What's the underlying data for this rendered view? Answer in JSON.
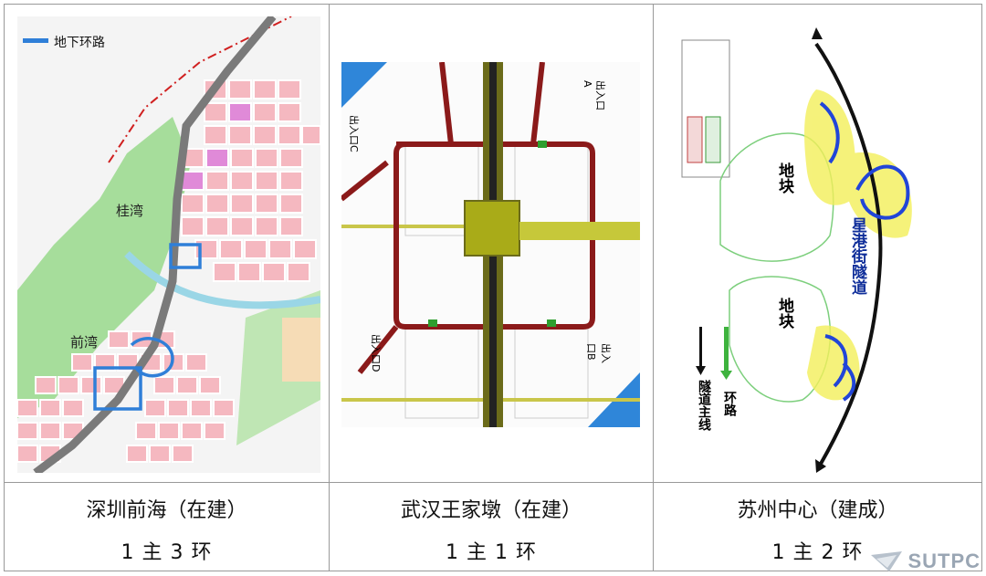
{
  "panels": [
    {
      "legend_label": "地下环路",
      "area_labels": [
        "桂湾",
        "前湾"
      ],
      "caption_title": "深圳前海（在建）",
      "caption_sub": "1 主 3 环"
    },
    {
      "exit_labels": [
        "出入口C",
        "出入口A",
        "出入口D",
        "出入口B"
      ],
      "caption_title": "武汉王家墩（在建）",
      "caption_sub": "1 主 1 环"
    },
    {
      "block_labels": [
        "地块",
        "地块"
      ],
      "tunnel_label": "星港街隧道",
      "loop_label": "环路",
      "main_label": "隧道主线",
      "caption_title": "苏州中心（建成）",
      "caption_sub": "1 主 2 环"
    }
  ],
  "watermark": "SUTPC",
  "colors": {
    "loop_blue": "#2f7fd8",
    "tunnel_red": "#8b1a1a",
    "station_olive": "#a9ab18",
    "green_area": "#8fd18a",
    "pink_block": "#f5b8c0"
  }
}
